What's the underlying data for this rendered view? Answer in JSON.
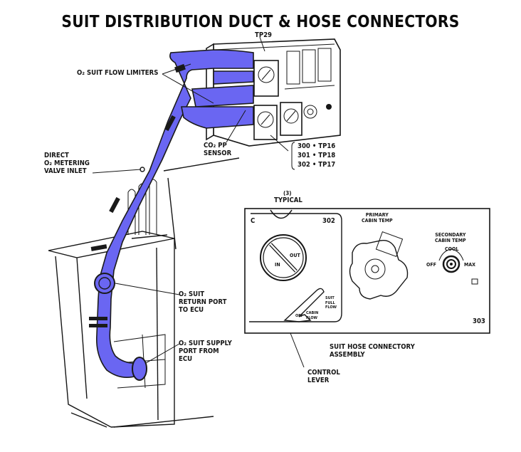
{
  "title": "SUIT DISTRIBUTION DUCT & HOSE CONNECTORS",
  "colors": {
    "duct_highlight": "#6a66f2",
    "linework": "#161616",
    "background": "#ffffff"
  },
  "callouts": {
    "tp29": "TP29",
    "flow_limiters": "O₂ SUIT FLOW LIMITERS",
    "direct_metering": "DIRECT\nO₂ METERING\nVALVE INLET",
    "co2_sensor": "CO₂ PP\nSENSOR",
    "tp_map": [
      "300 • TP16",
      "301 • TP18",
      "302 • TP17"
    ],
    "return_port": "O₂ SUIT\nRETURN PORT\nTO ECU",
    "supply_port": "O₂ SUIT SUPPLY\nPORT FROM\nECU",
    "hose_assembly": "SUIT HOSE CONNECTORY\nASSEMBLY",
    "control_lever": "CONTROL\nLEVER"
  },
  "detail_panel": {
    "typical_count": "(3)",
    "typical_label": "TYPICAL",
    "corner_letter": "C",
    "panel_302": "302",
    "panel_303": "303",
    "valve_in": "IN",
    "valve_out": "OUT",
    "lever_off": "OFF",
    "lever_cabin_flow": "CABIN\nFLOW",
    "lever_suit_full_flow": "SUIT\nFULL\nFLOW",
    "primary_cabin_temp": "PRIMARY\nCABIN TEMP",
    "secondary_cabin_temp": "SECONDARY\nCABIN TEMP",
    "knob_cool": "COOL",
    "knob_off": "OFF",
    "knob_max": "MAX"
  }
}
